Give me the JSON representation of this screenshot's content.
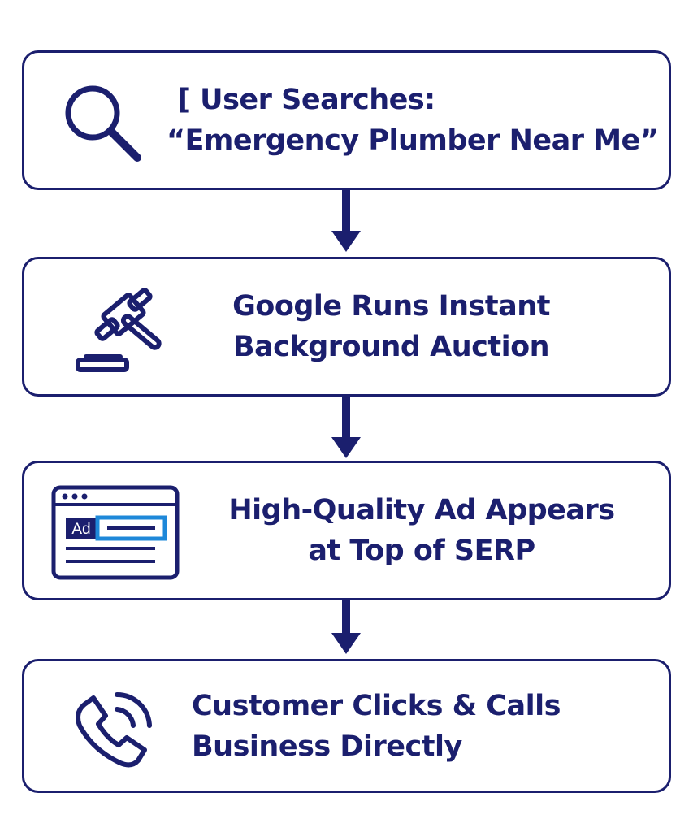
{
  "colors": {
    "primary": "#1b1f6e",
    "accent": "#1e88d9",
    "background": "#ffffff"
  },
  "steps": [
    {
      "icon": "magnifying-glass-icon",
      "line_1": "[ User Searches:",
      "line_2": "“Emergency Plumber Near Me”"
    },
    {
      "icon": "gavel-icon",
      "line_1": "Google Runs Instant",
      "line_2": "Background Auction"
    },
    {
      "icon": "browser-ad-icon",
      "ad_label": "Ad",
      "line_1": "High-Quality Ad Appears",
      "line_2": "at Top of SERP"
    },
    {
      "icon": "phone-call-icon",
      "line_1": "Customer Clicks & Calls",
      "line_2": "Business Directly"
    }
  ]
}
